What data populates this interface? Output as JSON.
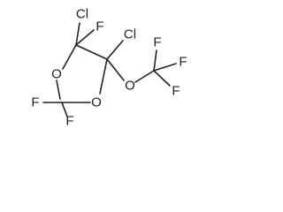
{
  "structure": {
    "atoms": {
      "cl1": "Cl",
      "f1": "F",
      "cl2": "Cl",
      "o_ring1": "O",
      "o_ring2": "O",
      "o_ether": "O",
      "f_ring_a": "F",
      "f_ring_b": "F",
      "f_cf3_top": "F",
      "f_cf3_right": "F",
      "f_cf3_bottom": "F"
    }
  }
}
